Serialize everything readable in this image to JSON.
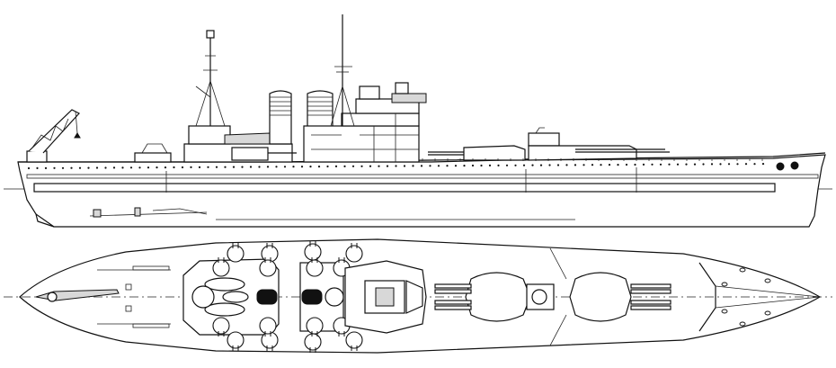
{
  "drawing": {
    "views": [
      {
        "id": "profile",
        "kind": "side elevation"
      },
      {
        "id": "plan",
        "kind": "top plan"
      }
    ],
    "colors": {
      "line": "#111111",
      "background": "#ffffff",
      "shade": "#d8d8d8"
    }
  }
}
